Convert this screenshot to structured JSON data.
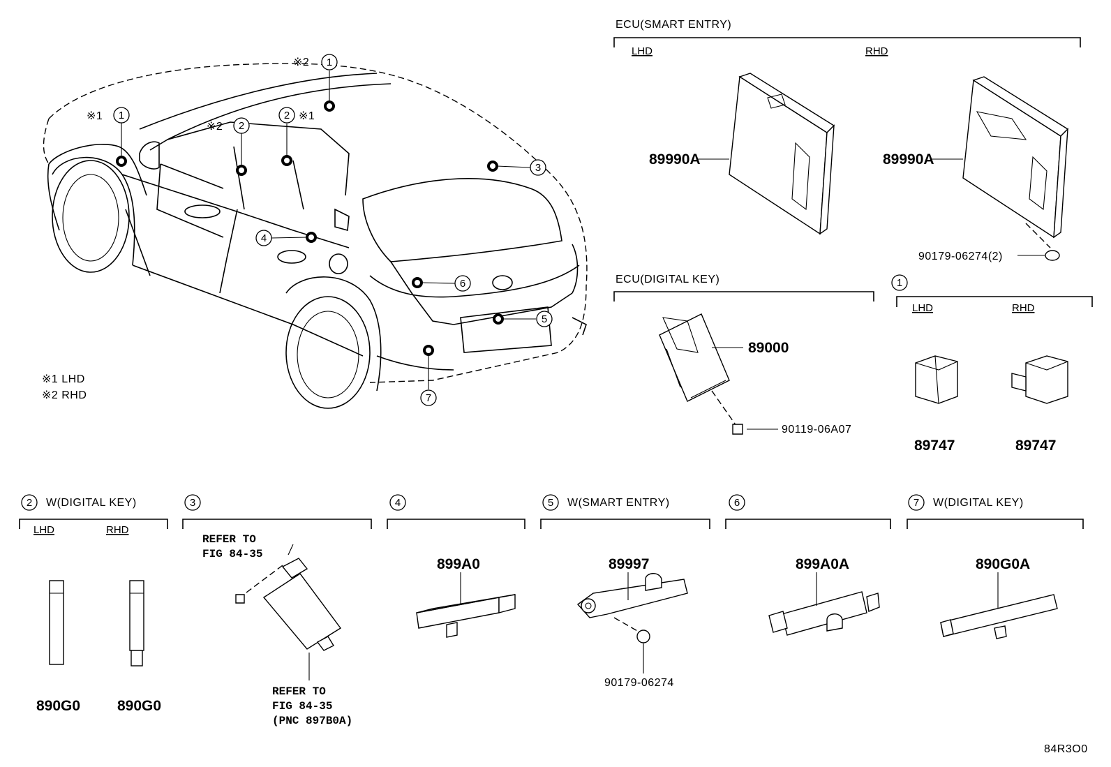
{
  "legend": {
    "lhd_note": "※1 LHD",
    "rhd_note": "※2 RHD"
  },
  "car_callouts": [
    {
      "number": "1",
      "note": "※1"
    },
    {
      "number": "1",
      "note": "※2"
    },
    {
      "number": "2",
      "note": "※2"
    },
    {
      "number": "2",
      "note": "※1"
    },
    {
      "number": "3",
      "note": ""
    },
    {
      "number": "4",
      "note": ""
    },
    {
      "number": "5",
      "note": ""
    },
    {
      "number": "6",
      "note": ""
    },
    {
      "number": "7",
      "note": ""
    }
  ],
  "ecu_smart_entry": {
    "title": "ECU(SMART ENTRY)",
    "lhd": "LHD",
    "rhd": "RHD",
    "lhd_part": "89990A",
    "rhd_part": "89990A",
    "rhd_bolt": "90179-06274(2)"
  },
  "ecu_digital_key": {
    "title": "ECU(DIGITAL KEY)",
    "part": "89000",
    "bolt": "90119-06A07"
  },
  "group_1": {
    "number": "1",
    "lhd": "LHD",
    "rhd": "RHD",
    "lhd_part": "89747",
    "rhd_part": "89747"
  },
  "group_2": {
    "number": "2",
    "title": "W(DIGITAL KEY)",
    "lhd": "LHD",
    "rhd": "RHD",
    "lhd_part": "890G0",
    "rhd_part": "890G0"
  },
  "group_3": {
    "number": "3",
    "ref_top_line1": "REFER TO",
    "ref_top_line2": "FIG 84-35",
    "ref_bottom_line1": "REFER TO",
    "ref_bottom_line2": "FIG 84-35",
    "ref_bottom_line3": "(PNC 897B0A)"
  },
  "group_4": {
    "number": "4",
    "part": "899A0"
  },
  "group_5": {
    "number": "5",
    "title": "W(SMART ENTRY)",
    "part": "89997",
    "bolt": "90179-06274"
  },
  "group_6": {
    "number": "6",
    "part": "899A0A"
  },
  "group_7": {
    "number": "7",
    "title": "W(DIGITAL KEY)",
    "part": "890G0A"
  },
  "figure_code": "84R3O0"
}
